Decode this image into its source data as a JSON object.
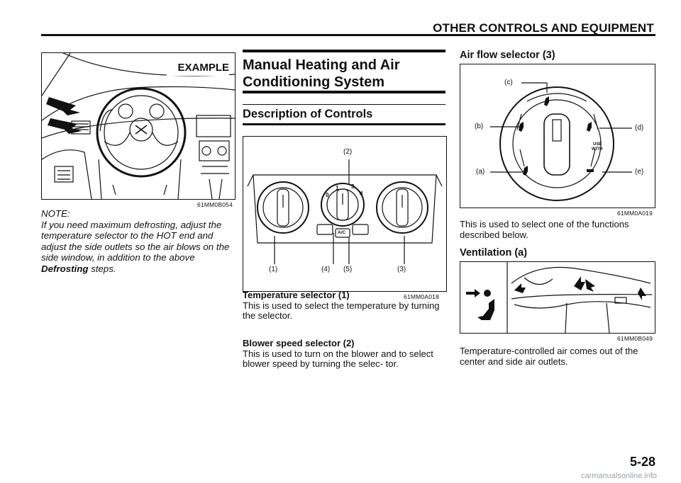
{
  "header": {
    "title": "OTHER CONTROLS AND EQUIPMENT"
  },
  "left": {
    "figure_label": "EXAMPLE",
    "figure_id": "61MM0B054",
    "note_head": "NOTE:",
    "note_text": "If you need maximum defrosting, adjust the temperature selector to the HOT end and adjust the side outlets so the air blows on the side window, in addition to the above",
    "note_bold": "Defrosting",
    "note_tail": " steps."
  },
  "middle": {
    "section_title_1": "Manual Heating and Air",
    "section_title_2": "Conditioning System",
    "subsection_title": "Description of Controls",
    "figure_id": "61MM0A018",
    "labels": {
      "l2": "(2)",
      "l1": "(1)",
      "l4": "(4)",
      "l5": "(5)",
      "l3": "(3)",
      "ac": "A/C",
      "d0": "0",
      "d1": "1",
      "d3": "3",
      "d4": "4"
    },
    "temp_heading": "Temperature selector (1)",
    "temp_text": "This is used to select the temperature by turning the selector.",
    "blower_heading": "Blower speed selector (2)",
    "blower_text": "This is used to turn on the blower and to select blower speed by turning the selec- tor."
  },
  "right": {
    "airflow_heading": "Air flow selector (3)",
    "labels": {
      "c": "(c)",
      "b": "(b)",
      "a": "(a)",
      "d": "(d)",
      "e": "(e)",
      "use": "USE",
      "with": "WITH"
    },
    "figure_id_1": "61MM0A019",
    "airflow_text": "This is used to select one of the functions described below.",
    "vent_heading": "Ventilation (a)",
    "figure_id_2": "61MM0B049",
    "vent_text": "Temperature-controlled air comes out of the center and side air outlets."
  },
  "page_number": "5-28",
  "watermark": "carmanualsonline.info"
}
